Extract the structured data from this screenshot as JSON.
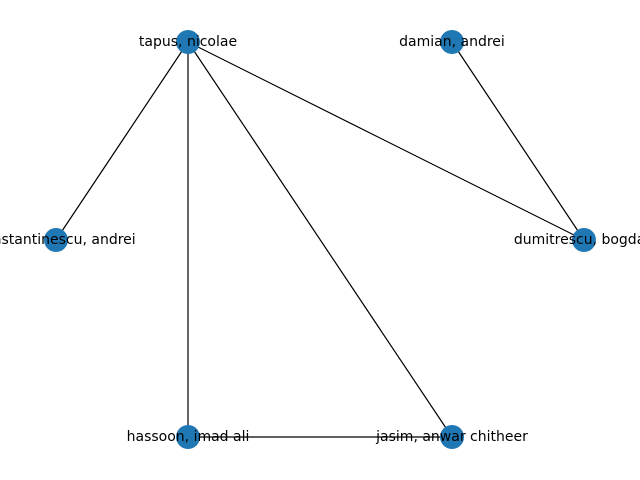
{
  "graph": {
    "node_color": "#1f77b4",
    "edge_color": "#000000",
    "nodes": [
      {
        "id": "tapus",
        "label": "tapus, nicolae"
      },
      {
        "id": "damian",
        "label": "damian, andrei"
      },
      {
        "id": "constantinescu",
        "label": "constantinescu, andrei"
      },
      {
        "id": "dumitrescu",
        "label": "dumitrescu, bogdan"
      },
      {
        "id": "hassoon",
        "label": "hassoon, imad ali"
      },
      {
        "id": "jasim",
        "label": "jasim, anwar chitheer"
      }
    ],
    "edges": [
      [
        "tapus",
        "constantinescu"
      ],
      [
        "tapus",
        "hassoon"
      ],
      [
        "tapus",
        "jasim"
      ],
      [
        "tapus",
        "dumitrescu"
      ],
      [
        "damian",
        "dumitrescu"
      ],
      [
        "hassoon",
        "jasim"
      ]
    ]
  }
}
